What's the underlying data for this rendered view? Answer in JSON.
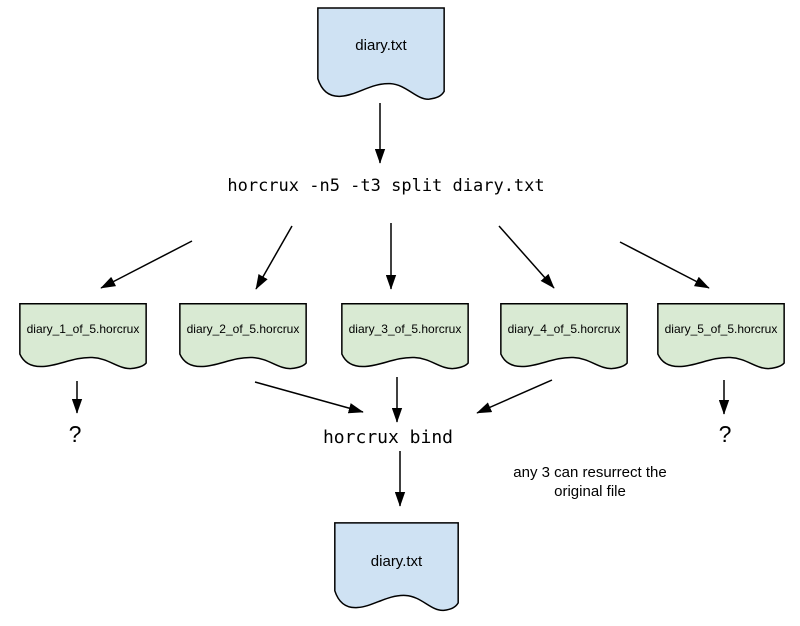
{
  "colors": {
    "background": "#ffffff",
    "stroke": "#000000",
    "source_fill": "#cfe2f3",
    "part_fill": "#d9ead3"
  },
  "nodes": {
    "source_file": {
      "label": "diary.txt"
    },
    "split_command": {
      "label": "horcrux -n5 -t3 split diary.txt"
    },
    "parts": [
      {
        "label": "diary_1_of_5.horcrux"
      },
      {
        "label": "diary_2_of_5.horcrux"
      },
      {
        "label": "diary_3_of_5.horcrux"
      },
      {
        "label": "diary_4_of_5.horcrux"
      },
      {
        "label": "diary_5_of_5.horcrux"
      }
    ],
    "unknown_left": {
      "label": "?"
    },
    "unknown_right": {
      "label": "?"
    },
    "bind_command": {
      "label": "horcrux bind"
    },
    "note": {
      "line1": "any 3 can resurrect the",
      "line2": "original file"
    },
    "output_file": {
      "label": "diary.txt"
    }
  }
}
